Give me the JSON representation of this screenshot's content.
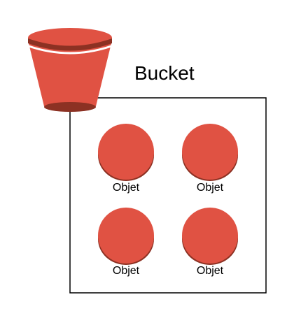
{
  "diagram": {
    "bucket": {
      "label": "Bucket",
      "icon": "s3-bucket-icon",
      "color": "#E05243",
      "shade_color": "#8C3123"
    },
    "objects": [
      {
        "label": "Objet",
        "icon": "object-icon"
      },
      {
        "label": "Objet",
        "icon": "object-icon"
      },
      {
        "label": "Objet",
        "icon": "object-icon"
      },
      {
        "label": "Objet",
        "icon": "object-icon"
      }
    ],
    "container_border_color": "#000000"
  }
}
